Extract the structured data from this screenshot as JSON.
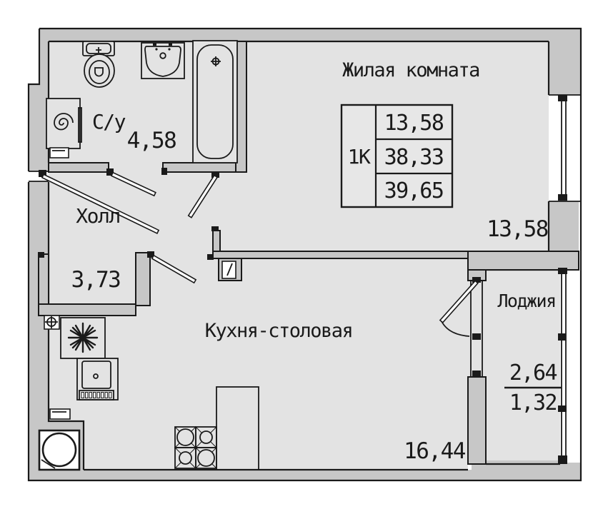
{
  "rooms": {
    "living": {
      "name": "Жилая комната",
      "area": "13,58"
    },
    "bathroom": {
      "name": "С/у",
      "area": "4,58"
    },
    "hall": {
      "name": "Холл",
      "area": "3,73"
    },
    "kitchen": {
      "name": "Кухня-столовая",
      "area": "16,44"
    },
    "loggia": {
      "name": "Лоджия",
      "area_total": "2,64",
      "area_coef": "1,32"
    }
  },
  "info_table": {
    "apartment_type": "1К",
    "living_area": "13,58",
    "total_area": "38,33",
    "total_area_with_loggia": "39,65"
  },
  "icons": [
    "toilet-icon",
    "sink-icon",
    "bathtub-icon",
    "washing-machine-icon",
    "radiator-icon",
    "survey-marker-icon",
    "vent-fan-icon",
    "oven-icon",
    "radiator-icon",
    "round-vent-icon",
    "stove-icon",
    "counter",
    "door-leaf",
    "window"
  ],
  "colors": {
    "room_fill": "#e3e3e3",
    "wall_fill": "#c7c7c7",
    "line": "#1a1a1a",
    "background": "#ffffff"
  }
}
